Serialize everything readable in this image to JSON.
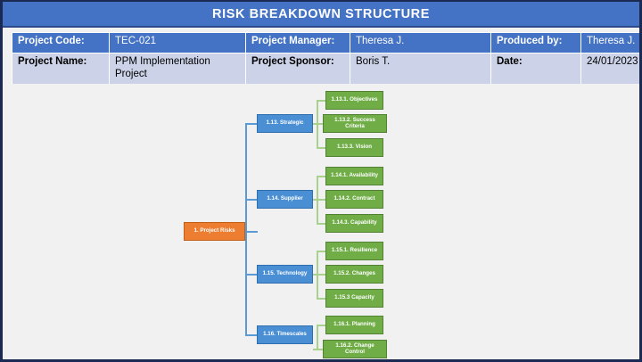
{
  "document": {
    "title": "RISK BREAKDOWN STRUCTURE"
  },
  "info": {
    "labels": {
      "project_code": "Project Code:",
      "project_manager": "Project Manager:",
      "produced_by": "Produced by:",
      "project_name": "Project Name:",
      "project_sponsor": "Project Sponsor:",
      "date": "Date:"
    },
    "values": {
      "project_code": "TEC-021",
      "project_manager": "Theresa J.",
      "produced_by": "Theresa J.",
      "project_name": "PPM Implementation Project",
      "project_sponsor": "Boris T.",
      "date": "24/01/2023"
    }
  },
  "colors": {
    "title_bar": "#4472c4",
    "header_row": "#4472c4",
    "body_row": "#ccd2e8",
    "root_node": "#ed7d31",
    "level2_node": "#4a8fd4",
    "level3_node": "#70ad47",
    "connector_blue": "#5b9bd5",
    "connector_green": "#a9d18e",
    "canvas": "#f1f1f1",
    "frame": "#1b2a52"
  },
  "chart_data": {
    "type": "tree",
    "root": {
      "id": "1",
      "label": "1. Project Risks"
    },
    "branches": [
      {
        "id": "1.13",
        "label": "1.13. Strategic",
        "children": [
          {
            "id": "1.13.1",
            "label": "1.13.1. Objectives"
          },
          {
            "id": "1.13.2",
            "label": "1.13.2. Success Criteria"
          },
          {
            "id": "1.13.3",
            "label": "1.13.3. Vision"
          }
        ]
      },
      {
        "id": "1.14",
        "label": "1.14.  Supplier",
        "children": [
          {
            "id": "1.14.1",
            "label": "1.14.1. Availability"
          },
          {
            "id": "1.14.2",
            "label": "1.14.2. Contract"
          },
          {
            "id": "1.14.3",
            "label": "1.14.3. Capability"
          }
        ]
      },
      {
        "id": "1.15",
        "label": "1.15. Technology",
        "children": [
          {
            "id": "1.15.1",
            "label": "1.15.1. Resilience"
          },
          {
            "id": "1.15.2",
            "label": "1.15.2. Changes"
          },
          {
            "id": "1.15.3",
            "label": "1.15.3 Capacity"
          }
        ]
      },
      {
        "id": "1.16",
        "label": "1.16. Timescales",
        "children": [
          {
            "id": "1.16.1",
            "label": "1.16.1. Planning"
          },
          {
            "id": "1.16.2",
            "label": "1.16.2. Change Control"
          }
        ]
      }
    ]
  }
}
